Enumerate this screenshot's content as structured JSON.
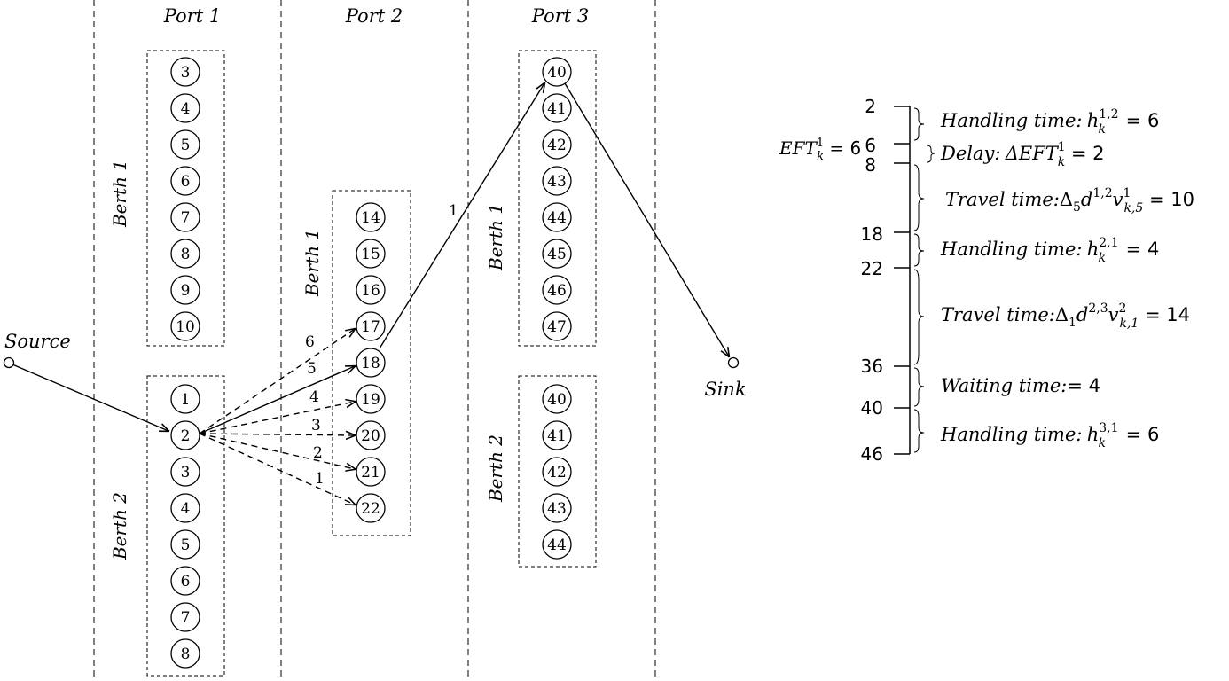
{
  "ports": [
    "Port 1",
    "Port 2",
    "Port 3"
  ],
  "berth_label": "Berth",
  "port1": {
    "berth1": {
      "label_num": "1",
      "nodes": [
        "3",
        "4",
        "5",
        "6",
        "7",
        "8",
        "9",
        "10"
      ]
    },
    "berth2": {
      "label_num": "2",
      "nodes": [
        "1",
        "2",
        "3",
        "4",
        "5",
        "6",
        "7",
        "8"
      ]
    }
  },
  "port2": {
    "berth1": {
      "label_num": "1",
      "nodes": [
        "14",
        "15",
        "16",
        "17",
        "18",
        "19",
        "20",
        "21",
        "22"
      ]
    }
  },
  "port3": {
    "berth1": {
      "label_num": "1",
      "nodes": [
        "40",
        "41",
        "42",
        "43",
        "44",
        "45",
        "46",
        "47"
      ]
    },
    "berth2": {
      "label_num": "2",
      "nodes": [
        "40",
        "41",
        "42",
        "43",
        "44"
      ]
    }
  },
  "source_label": "Source",
  "sink_label": "Sink",
  "edges": {
    "source_to_berth": {
      "from": "Source",
      "to": "2"
    },
    "fan_out": [
      {
        "to": "17",
        "label": "6",
        "style": "dashed"
      },
      {
        "to": "18",
        "label": "5",
        "style": "solid"
      },
      {
        "to": "19",
        "label": "4",
        "style": "dashed"
      },
      {
        "to": "20",
        "label": "3",
        "style": "dashed"
      },
      {
        "to": "21",
        "label": "2",
        "style": "dashed"
      },
      {
        "to": "22",
        "label": "1",
        "style": "dashed"
      }
    ],
    "port2_to_port3": {
      "from": "18",
      "to": "40",
      "label": "1"
    },
    "to_sink": {
      "from": "40",
      "to": "Sink"
    }
  },
  "timeline": {
    "ticks": [
      "2",
      "6",
      "8",
      "18",
      "22",
      "36",
      "40",
      "46"
    ],
    "eft_label": "EFT",
    "eft_sup": "1",
    "eft_sub": "k",
    "eft_value": "6",
    "segments": [
      {
        "label": "Handling time:",
        "expr_main": "h",
        "expr_sup": "1,2",
        "expr_sub": "k",
        "result": "= 6"
      },
      {
        "label": "Delay:",
        "expr_main": "ΔEFT",
        "expr_sup": "1",
        "expr_sub": "k",
        "result": "= 2"
      },
      {
        "label": "Travel time:",
        "expr_main": "Δ",
        "expr_sub1": "5",
        "expr_d": "d",
        "expr_dsup": "1,2",
        "expr_v": "v",
        "expr_vsup": "1",
        "expr_vsub": "k,5",
        "result": "= 10"
      },
      {
        "label": "Handling time:",
        "expr_main": "h",
        "expr_sup": "2,1",
        "expr_sub": "k",
        "result": "= 4"
      },
      {
        "label": "Travel time:",
        "expr_main": "Δ",
        "expr_sub1": "1",
        "expr_d": "d",
        "expr_dsup": "2,3",
        "expr_v": "v",
        "expr_vsup": "2",
        "expr_vsub": "k,1",
        "result": "= 14"
      },
      {
        "label": "Waiting time:",
        "result": "= 4"
      },
      {
        "label": "Handling time:",
        "expr_main": "h",
        "expr_sup": "3,1",
        "expr_sub": "k",
        "result": "= 6"
      }
    ]
  }
}
